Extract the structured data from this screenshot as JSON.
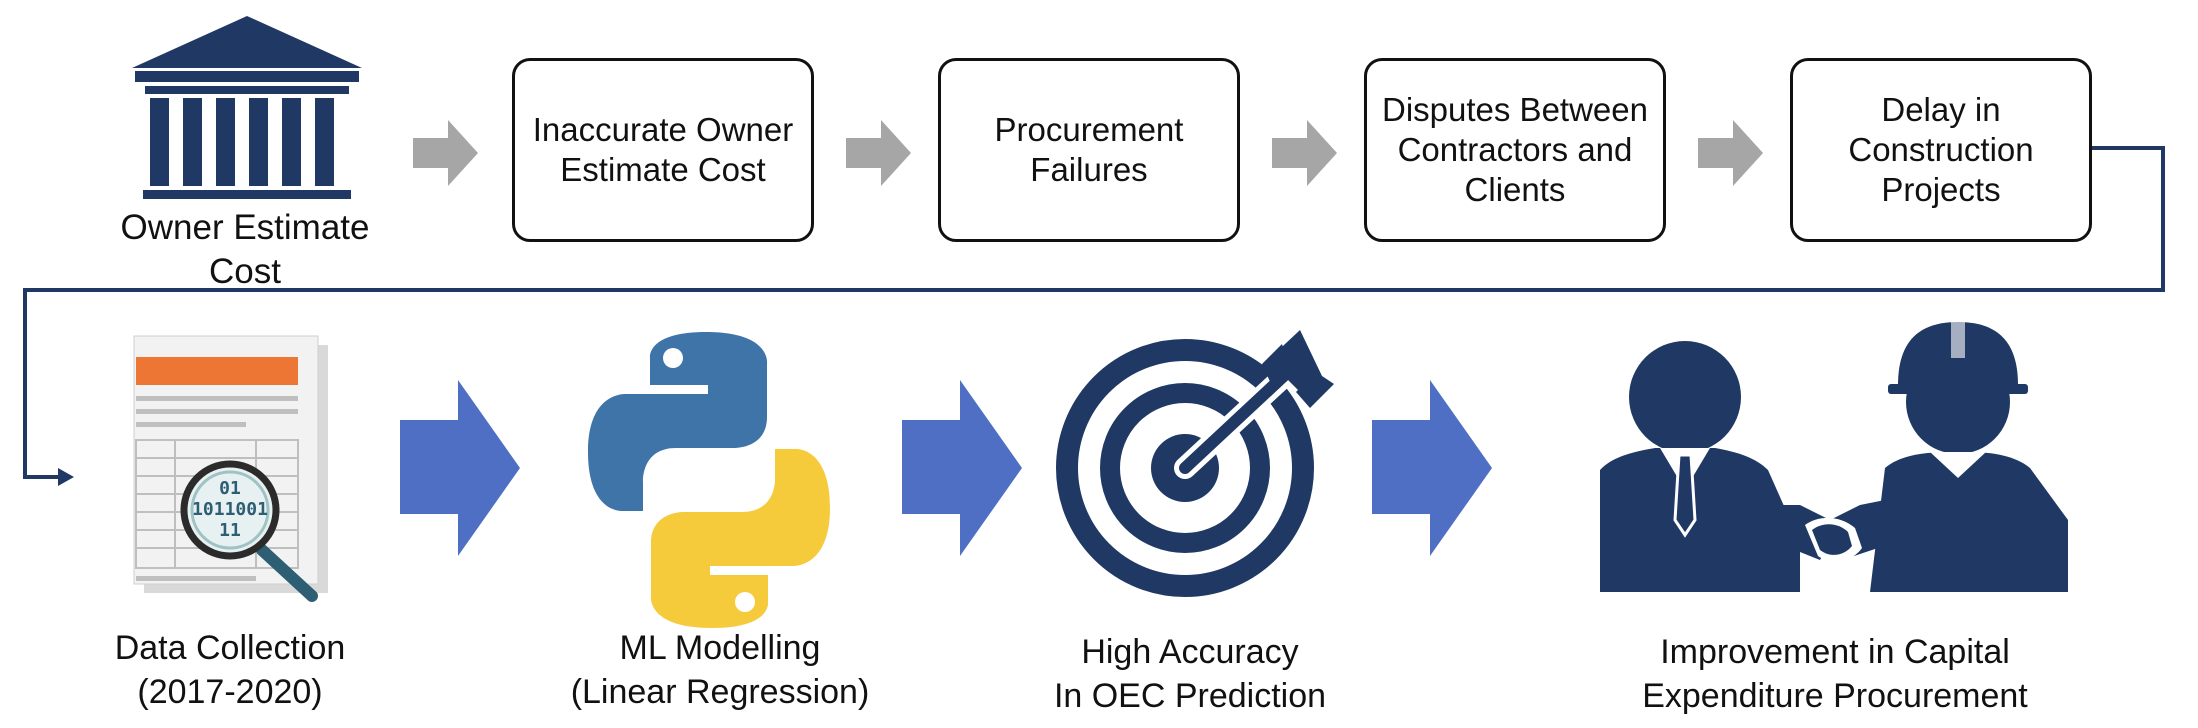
{
  "row1": {
    "owner_label": "Owner Estimate Cost",
    "steps": [
      {
        "label": "Inaccurate Owner\nEstimate Cost"
      },
      {
        "label": "Procurement\nFailures"
      },
      {
        "label": "Disputes Between\nContractors and\nClients"
      },
      {
        "label": "Delay in\nConstruction\nProjects"
      }
    ]
  },
  "row2": {
    "stages": [
      {
        "label": "Data Collection\n(2017-2020)",
        "icon": "data-document-icon",
        "binary": [
          "01",
          "1011001",
          "11"
        ]
      },
      {
        "label": "ML Modelling\n(Linear Regression)",
        "icon": "python-logo-icon"
      },
      {
        "label": "High Accuracy\nIn OEC Prediction",
        "icon": "target-icon"
      },
      {
        "label": "Improvement in Capital\nExpenditure Procurement",
        "icon": "handshake-icon"
      }
    ]
  },
  "colors": {
    "navy": "#1f3864",
    "gray_arrow": "#a6a6a6",
    "blue_arrow": "#4f6fc4",
    "connector": "#1f3864",
    "orange": "#ee7634",
    "python_blue": "#3e74a8",
    "python_yellow": "#f5cb3c"
  }
}
